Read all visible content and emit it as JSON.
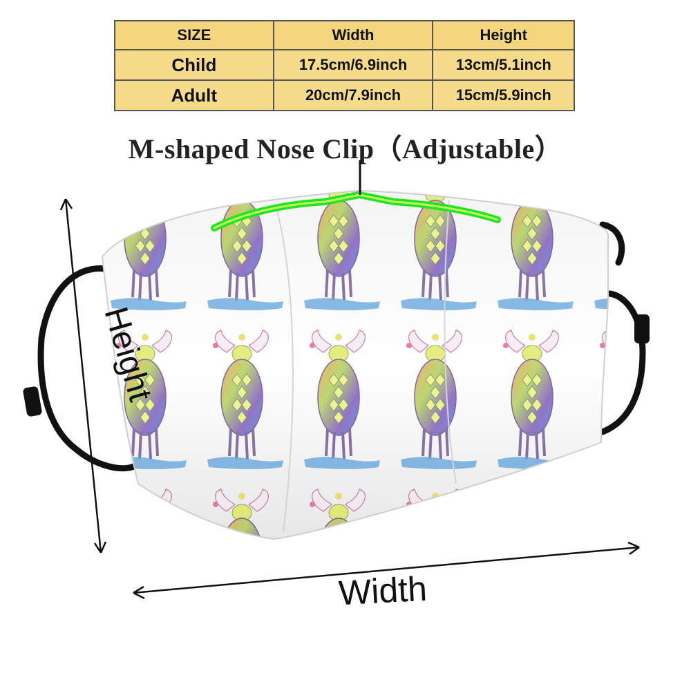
{
  "size_table": {
    "headers": [
      "SIZE",
      "Width",
      "Height"
    ],
    "rows": [
      {
        "size": "Child",
        "width": "17.5cm/6.9inch",
        "height": "13cm/5.1inch"
      },
      {
        "size": "Adult",
        "width": "20cm/7.9inch",
        "height": "15cm/5.9inch"
      }
    ]
  },
  "nose_clip_label": "M-shaped Nose Clip（Adjustable）",
  "dimension_labels": {
    "height": "Height",
    "width": "Width"
  },
  "product": {
    "type": "face mask",
    "print": "colorful moose pattern"
  },
  "colors": {
    "table_fill": "#f6dc8a",
    "nose_clip": "#33ee33",
    "ear_loop": "#111111",
    "print_blue": "#3a8fd6"
  }
}
